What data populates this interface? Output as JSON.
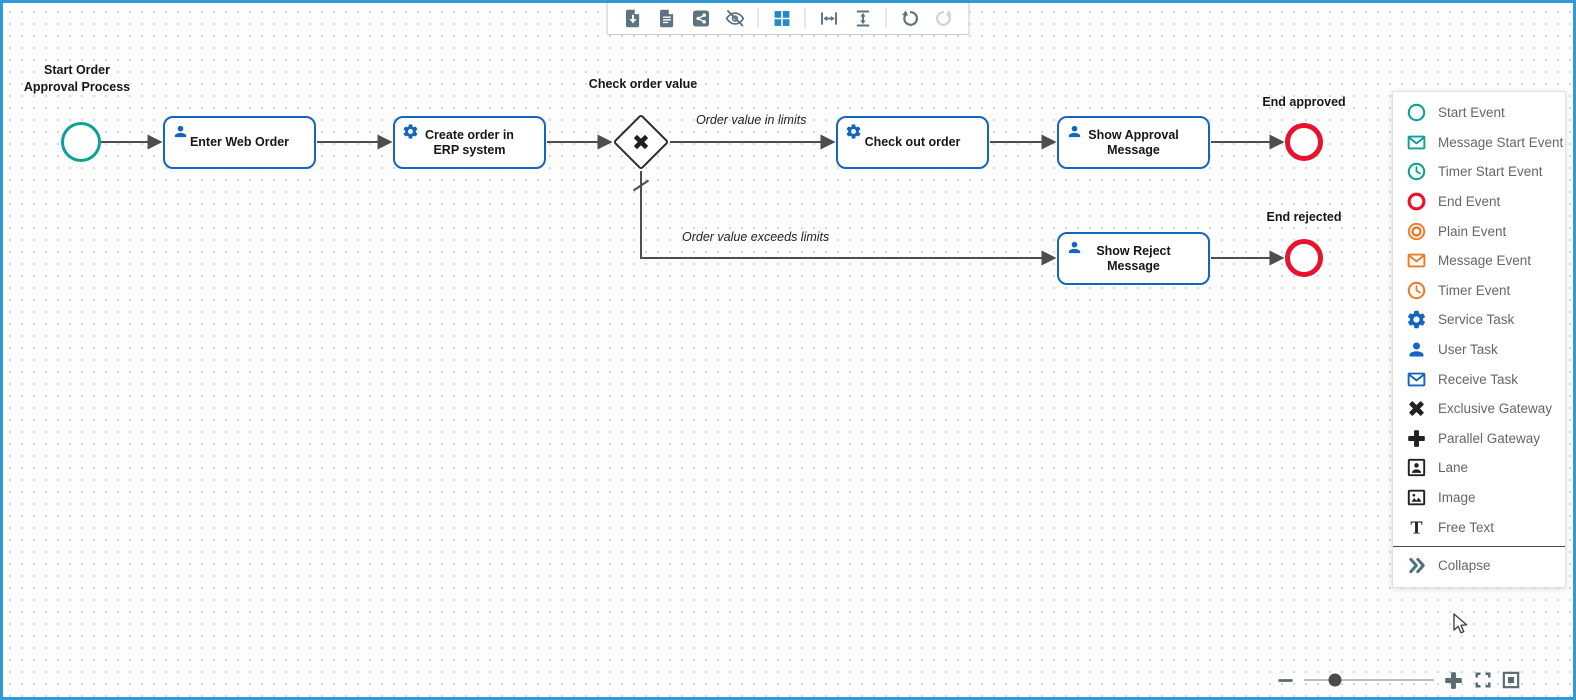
{
  "colors": {
    "canvas_border": "#2E9BD6",
    "teal": "#0CA097",
    "red": "#E9112D",
    "orange": "#EA7C28",
    "blue": "#1565C0",
    "gateway_black": "#1F1F1F",
    "toolbar_slate": "#5E7380",
    "grid_icon_blue": "#2487C8",
    "flow_line": "#4D4D4D"
  },
  "toolbar": {
    "icons": [
      "export-file-icon",
      "document-icon",
      "share-icon",
      "hide-elements-icon",
      "grid-view-icon",
      "fit-width-icon",
      "fit-height-icon",
      "undo-icon",
      "redo-icon"
    ],
    "disabled": [
      "redo-icon"
    ]
  },
  "diagram": {
    "start_event": {
      "label": "Start Order\nApproval Process"
    },
    "tasks": [
      {
        "label": "Enter Web Order",
        "type": "user"
      },
      {
        "label": "Create order in\nERP system",
        "type": "service"
      },
      {
        "label": "Check out order",
        "type": "service"
      },
      {
        "label": "Show Approval\nMessage",
        "type": "user"
      },
      {
        "label": "Show Reject\nMessage",
        "type": "user"
      }
    ],
    "gateway": {
      "label": "Check order value",
      "type": "exclusive"
    },
    "end_events": [
      {
        "label": "End approved"
      },
      {
        "label": "End rejected"
      }
    ],
    "edge_labels": [
      {
        "label": "Order value in limits"
      },
      {
        "label": "Order value exceeds limits"
      }
    ]
  },
  "palette": {
    "items": [
      {
        "icon": "start-event-icon",
        "label": "Start Event",
        "color": "#0CA097"
      },
      {
        "icon": "message-start-event-icon",
        "label": "Message Start Event",
        "color": "#0CA097"
      },
      {
        "icon": "timer-start-event-icon",
        "label": "Timer Start Event",
        "color": "#0CA097"
      },
      {
        "icon": "end-event-icon",
        "label": "End Event",
        "color": "#E9112D"
      },
      {
        "icon": "plain-event-icon",
        "label": "Plain Event",
        "color": "#EA7C28"
      },
      {
        "icon": "message-event-icon",
        "label": "Message Event",
        "color": "#EA7C28"
      },
      {
        "icon": "timer-event-icon",
        "label": "Timer Event",
        "color": "#EA7C28"
      },
      {
        "icon": "service-task-icon",
        "label": "Service Task",
        "color": "#1565C0"
      },
      {
        "icon": "user-task-icon",
        "label": "User Task",
        "color": "#1565C0"
      },
      {
        "icon": "receive-task-icon",
        "label": "Receive Task",
        "color": "#1565C0"
      },
      {
        "icon": "exclusive-gateway-icon",
        "label": "Exclusive Gateway",
        "color": "#222222"
      },
      {
        "icon": "parallel-gateway-icon",
        "label": "Parallel Gateway",
        "color": "#222222"
      },
      {
        "icon": "lane-icon",
        "label": "Lane",
        "color": "#222222"
      },
      {
        "icon": "image-icon",
        "label": "Image",
        "color": "#222222"
      },
      {
        "icon": "free-text-icon",
        "label": "Free Text",
        "color": "#222222"
      },
      {
        "icon": "collapse-icon",
        "label": "Collapse",
        "color": "#50707E"
      }
    ]
  },
  "zoom_controls": {
    "buttons": [
      "zoom-out",
      "zoom-slider",
      "zoom-in",
      "fullscreen",
      "fit-view"
    ],
    "slider_position": 0.24
  }
}
